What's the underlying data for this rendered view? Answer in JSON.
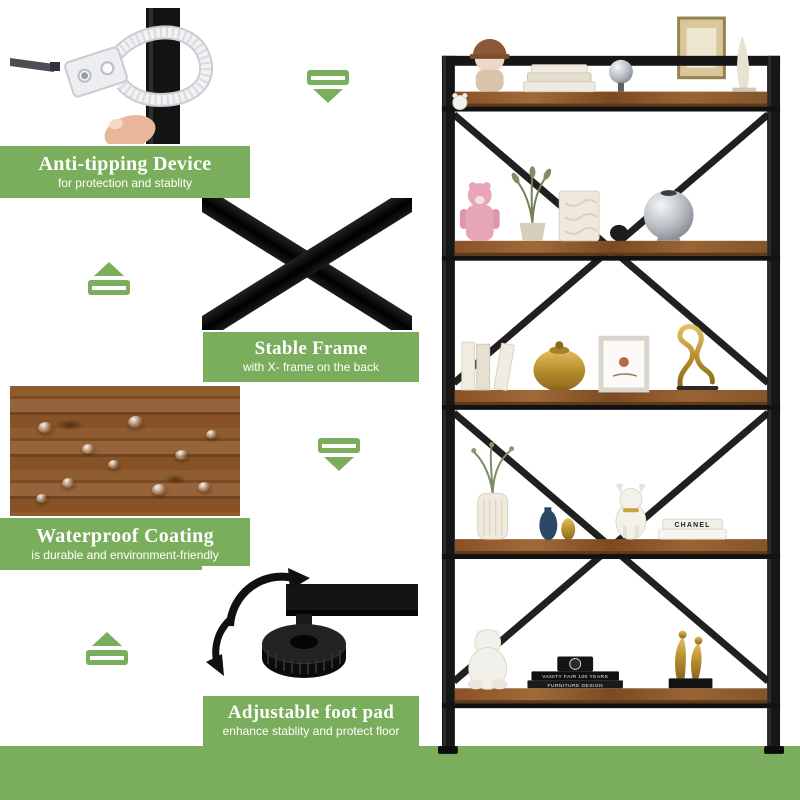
{
  "colors": {
    "accent_green": "#7bae5c",
    "frame_black": "#161616",
    "wood_brown": "#8a5527"
  },
  "callouts": {
    "anti_tipping": {
      "title": "Anti-tipping Device",
      "subtitle": "for protection and stablity"
    },
    "stable_frame": {
      "title": "Stable Frame",
      "subtitle": "with X- frame on the back"
    },
    "waterproof": {
      "title": "Waterproof Coating",
      "subtitle": "is durable and environment-friendly"
    },
    "foot_pad": {
      "title": "Adjustable foot pad",
      "subtitle": "enhance stablity and protect floor"
    }
  },
  "shelf_decor": {
    "chanel_book": "CHANEL",
    "vanity_fair_book": "VANITY FAIR 100 YEARS",
    "furniture_design_book": "FURNITURE DESIGN"
  }
}
